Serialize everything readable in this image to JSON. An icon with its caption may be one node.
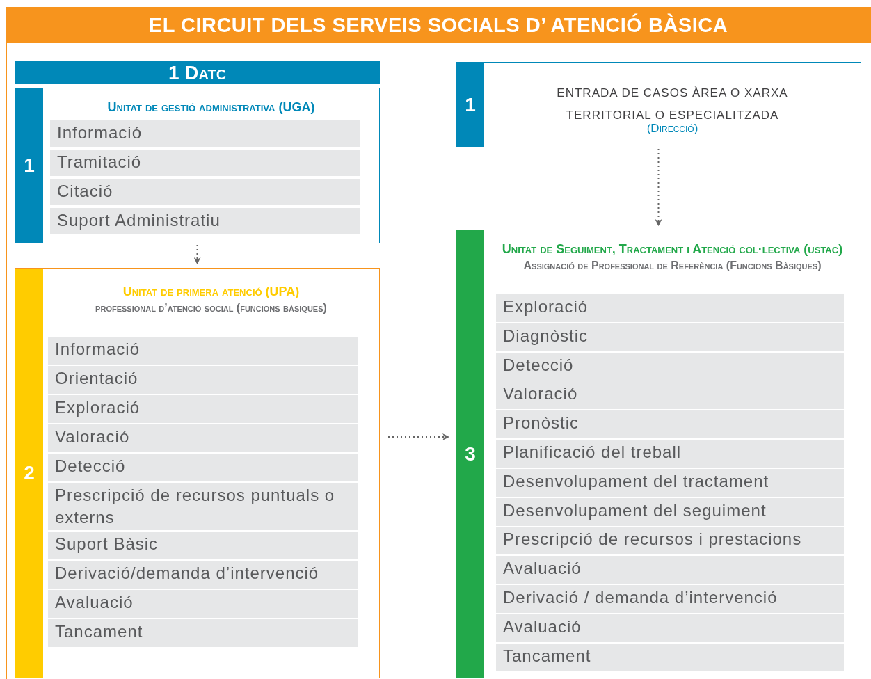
{
  "diagram": {
    "title": "EL CIRCUIT DELS SERVEIS SOCIALS D’ ATENCIÓ BÀSICA",
    "nodes": [
      {
        "text": [
          "1 Datc"
        ]
      },
      {
        "text": [
          "1",
          "Unitat de gestió administrativa (UGA)"
        ]
      },
      {
        "text": [
          "Informació"
        ],
        "in": 1
      },
      {
        "text": [
          "Tramitació"
        ],
        "in": 1
      },
      {
        "text": [
          "Citació"
        ],
        "in": 1
      },
      {
        "text": [
          "Suport Administratiu"
        ],
        "in": 1
      },
      {
        "text": [
          "2",
          "Unitat de primera atenció (UPA)",
          "professional d’atenció social (funcions bàsiques)"
        ]
      },
      {
        "text": [
          "Informació"
        ],
        "in": 6
      },
      {
        "text": [
          "Orientació"
        ],
        "in": 6
      },
      {
        "text": [
          "Exploració"
        ],
        "in": 6
      },
      {
        "text": [
          "Valoració"
        ],
        "in": 6
      },
      {
        "text": [
          "Detecció"
        ],
        "in": 6
      },
      {
        "text": [
          "Prescripció de recursos puntuals o externs"
        ],
        "in": 6
      },
      {
        "text": [
          "Suport Bàsic"
        ],
        "in": 6
      },
      {
        "text": [
          "Derivació/demanda d’intervenció"
        ],
        "in": 6
      },
      {
        "text": [
          "Avaluació"
        ],
        "in": 6
      },
      {
        "text": [
          "Tancament"
        ],
        "in": 6
      },
      {
        "text": [
          "1",
          "ENTRADA DE CASOS ÀREA O XARXA TERRITORIAL O ESPECIALITZADA",
          "(Direcció)"
        ]
      },
      {
        "text": [
          "3",
          "Unitat de Seguiment, Tractament i Atenció col·lectiva (ustac)",
          "Assignació de Professional de Referència (Funcions Bàsiques)"
        ]
      },
      {
        "text": [
          "Exploració"
        ],
        "in": 18
      },
      {
        "text": [
          "Diagnòstic"
        ],
        "in": 18
      },
      {
        "text": [
          "Detecció"
        ],
        "in": 18
      },
      {
        "text": [
          "Valoració"
        ],
        "in": 18
      },
      {
        "text": [
          "Pronòstic"
        ],
        "in": 18
      },
      {
        "text": [
          "Planificació del treball"
        ],
        "in": 18
      },
      {
        "text": [
          "Desenvolupament del tractament"
        ],
        "in": 18
      },
      {
        "text": [
          "Desenvolupament del seguiment"
        ],
        "in": 18
      },
      {
        "text": [
          "Prescripció de recursos i prestacions"
        ],
        "in": 18
      },
      {
        "text": [
          "Avaluació"
        ],
        "in": 18
      },
      {
        "text": [
          "Derivació / demanda d’intervenció"
        ],
        "in": 18
      },
      {
        "text": [
          "Avaluació"
        ],
        "in": 18
      },
      {
        "text": [
          "Tancament"
        ],
        "in": 18
      }
    ],
    "edges": [
      {
        "from": 1,
        "to": 6,
        "arrow": "to",
        "style": "dashed"
      },
      {
        "from": 6,
        "to": 18,
        "arrow": "to",
        "style": "dashed"
      },
      {
        "from": 17,
        "to": 18,
        "arrow": "to",
        "style": "dashed"
      }
    ]
  }
}
